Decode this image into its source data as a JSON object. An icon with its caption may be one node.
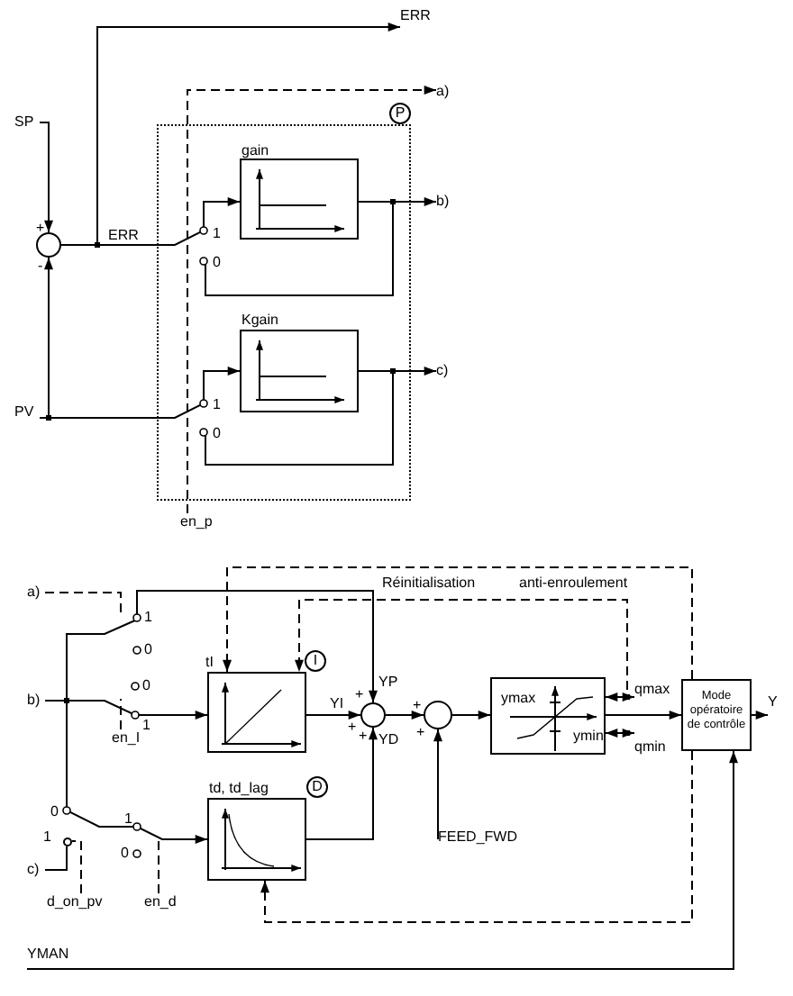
{
  "diagram": {
    "nodes": [
      {
        "text": [
          "SP"
        ]
      },
      {
        "text": [
          "PV"
        ]
      },
      {
        "text": [],
        "shape": "circle"
      },
      {
        "text": [
          "ERR"
        ]
      },
      {
        "text": [
          "P"
        ]
      },
      {
        "text": [
          "gain"
        ],
        "in": 4
      },
      {
        "text": [
          "Kgain"
        ],
        "in": 4
      },
      {
        "text": [
          "a)"
        ]
      },
      {
        "text": [
          "b)"
        ]
      },
      {
        "text": [
          "c)"
        ]
      },
      {
        "text": [
          "en_p"
        ]
      },
      {
        "text": [
          "a)"
        ]
      },
      {
        "text": [
          "b)"
        ]
      },
      {
        "text": [
          "c)"
        ]
      },
      {
        "text": [
          "en_I"
        ]
      },
      {
        "text": [
          "d_on_pv"
        ]
      },
      {
        "text": [
          "en_d"
        ]
      },
      {
        "text": [
          "tI",
          "I"
        ]
      },
      {
        "text": [
          "td, td_lag",
          "D"
        ]
      },
      {
        "text": [],
        "shape": "circle"
      },
      {
        "text": [],
        "shape": "circle"
      },
      {
        "text": [
          "FEED_FWD"
        ]
      },
      {
        "text": [
          "ymax",
          "ymin"
        ]
      },
      {
        "text": [
          "Mode opératoire de contrôle"
        ]
      },
      {
        "text": [
          "Y"
        ]
      },
      {
        "text": [
          "YMAN"
        ]
      },
      {
        "text": [],
        "shape": "circle"
      },
      {
        "text": [
          "qmax"
        ]
      },
      {
        "text": [
          "qmin"
        ]
      }
    ],
    "edges": [
      {
        "from": 0,
        "to": 2,
        "arrow": "to"
      },
      {
        "from": 1,
        "to": 2,
        "arrow": "to"
      },
      {
        "from": 2,
        "to": 3,
        "arrow": "to"
      },
      {
        "from": 2,
        "to": 5,
        "arrow": "to"
      },
      {
        "from": 1,
        "to": 6,
        "arrow": "to"
      },
      {
        "from": 5,
        "to": 8,
        "arrow": "to"
      },
      {
        "from": 6,
        "to": 9,
        "arrow": "to"
      },
      {
        "from": 10,
        "to": 7,
        "arrow": "to",
        "style": "dashed"
      },
      {
        "from": 11,
        "to": null,
        "arrow": "none",
        "style": "dashed"
      },
      {
        "from": 12,
        "to": 19,
        "arrow": "to"
      },
      {
        "from": 12,
        "to": 17,
        "arrow": "to"
      },
      {
        "from": 12,
        "to": 18,
        "arrow": "to"
      },
      {
        "from": 13,
        "to": 26,
        "arrow": "none"
      },
      {
        "from": 14,
        "to": null,
        "arrow": "none",
        "style": "dashed"
      },
      {
        "from": 15,
        "to": 26,
        "arrow": "none",
        "style": "dashed"
      },
      {
        "from": 16,
        "to": null,
        "arrow": "none",
        "style": "dashed"
      },
      {
        "from": 17,
        "to": 19,
        "arrow": "to"
      },
      {
        "from": 18,
        "to": 19,
        "arrow": "to"
      },
      {
        "from": 19,
        "to": 20,
        "arrow": "to"
      },
      {
        "from": 21,
        "to": 20,
        "arrow": "to"
      },
      {
        "from": 20,
        "to": 22,
        "arrow": "to"
      },
      {
        "from": 22,
        "to": 23,
        "arrow": "to"
      },
      {
        "from": 23,
        "to": 24,
        "arrow": "to"
      },
      {
        "from": 25,
        "to": 23,
        "arrow": "to"
      },
      {
        "from": 23,
        "to": 17,
        "arrow": "to",
        "style": "dashed"
      },
      {
        "from": 23,
        "to": 18,
        "arrow": "to",
        "style": "dashed"
      },
      {
        "from": 22,
        "to": 17,
        "arrow": "to",
        "style": "dashed"
      },
      {
        "from": 22,
        "to": 27,
        "arrow": "both"
      },
      {
        "from": 22,
        "to": 28,
        "arrow": "both"
      }
    ],
    "labels": [
      "ERR",
      "+",
      "-",
      "1",
      "0",
      "1",
      "0",
      "Réinitialisation",
      "anti-enroulement",
      "1",
      "0",
      "0",
      "1",
      "YP",
      "+",
      "YI",
      "+",
      "+",
      "YD",
      "+",
      "+",
      "0",
      "1",
      "1",
      "0"
    ]
  }
}
